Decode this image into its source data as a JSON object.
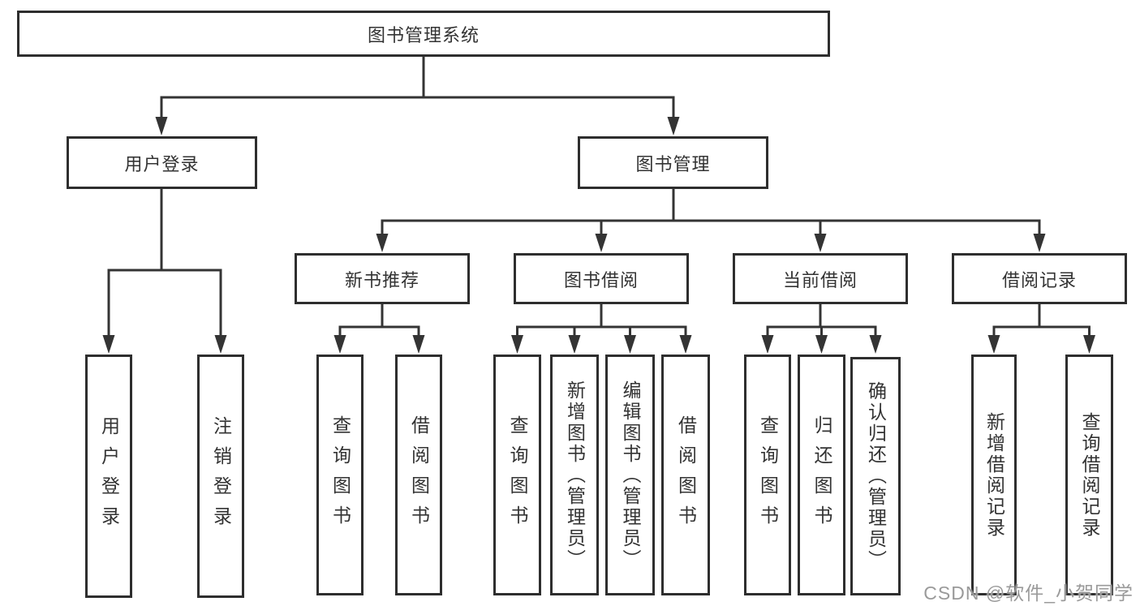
{
  "nodes": {
    "root": "图书管理系统",
    "user_group": "用户登录",
    "book_group": "图书管理",
    "new_book": "新书推荐",
    "book_borrow": "图书借阅",
    "current_borrow": "当前借阅",
    "borrow_record": "借阅记录",
    "user_login": "用户登录",
    "user_logout": "注销登录",
    "new_book_query": "查询图书",
    "new_book_borrow": "借阅图书",
    "bb_query": "查询图书",
    "bb_add": "新增图书（管理员）",
    "bb_edit": "编辑图书（管理员）",
    "bb_borrow": "借阅图书",
    "cb_query": "查询图书",
    "cb_return": "归还图书",
    "cb_confirm": "确认归还（管理员）",
    "br_add": "新增借阅记录",
    "br_query": "查询借阅记录"
  },
  "watermark": "CSDN @软件_小贺同学",
  "colors": {
    "line": "#343434",
    "border": "#2e2e2e",
    "text": "#333333",
    "watermark": "#9a9a9a",
    "background": "#ffffff"
  }
}
